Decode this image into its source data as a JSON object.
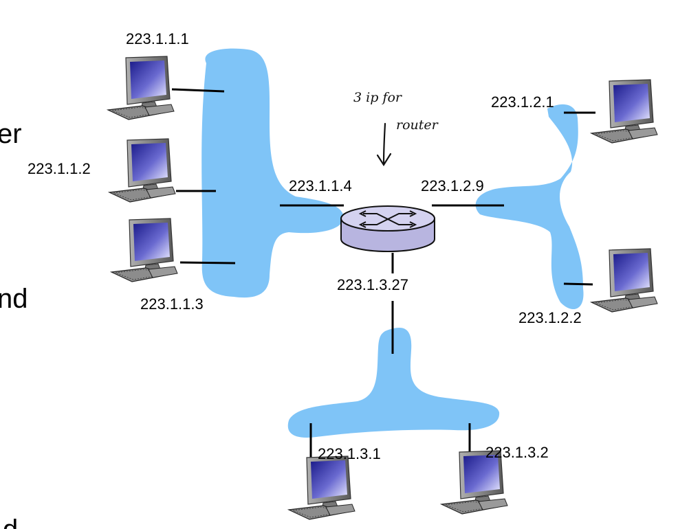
{
  "colors": {
    "subnet": "#7fc4f7",
    "router_top": "#d4d2f0",
    "router_side": "#b8b5e0",
    "wire": "#000000"
  },
  "edge_text": [
    "er",
    "nd",
    "d"
  ],
  "annotation": {
    "line1": "3 ip  for",
    "line2": "router"
  },
  "router": {
    "icon": "router-icon"
  },
  "subnets": [
    {
      "id": "subnet-1",
      "hosts": [
        "223.1.1.1",
        "223.1.1.2",
        "223.1.1.3"
      ]
    },
    {
      "id": "subnet-2",
      "hosts": [
        "223.1.2.1",
        "223.1.2.2"
      ]
    },
    {
      "id": "subnet-3",
      "hosts": [
        "223.1.3.1",
        "223.1.3.2"
      ]
    }
  ],
  "interfaces": [
    "223.1.1.4",
    "223.1.2.9",
    "223.1.3.27"
  ]
}
